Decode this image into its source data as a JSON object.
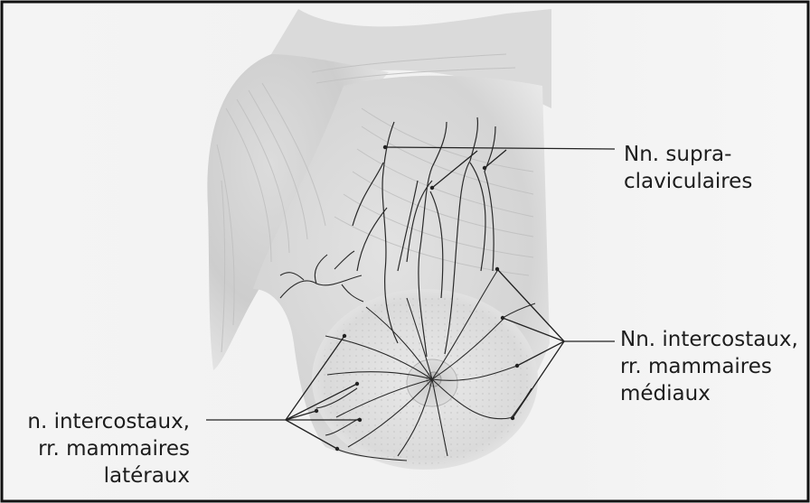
{
  "labels": {
    "supraclavicular": [
      "Nn. supra-",
      "claviculaires"
    ],
    "medial": [
      "Nn. intercostaux,",
      "rr. mammaires",
      "médiaux"
    ],
    "lateral": [
      "n. intercostaux,",
      "rr. mammaires",
      "latéraux"
    ]
  },
  "colors": {
    "background": "#ffffff",
    "page_gray": "#f2f2f2",
    "skin_shadow": "#cfcfcf",
    "nerve": "#2a2a2a",
    "leader_line": "#222222",
    "text": "#1d1d1d"
  }
}
